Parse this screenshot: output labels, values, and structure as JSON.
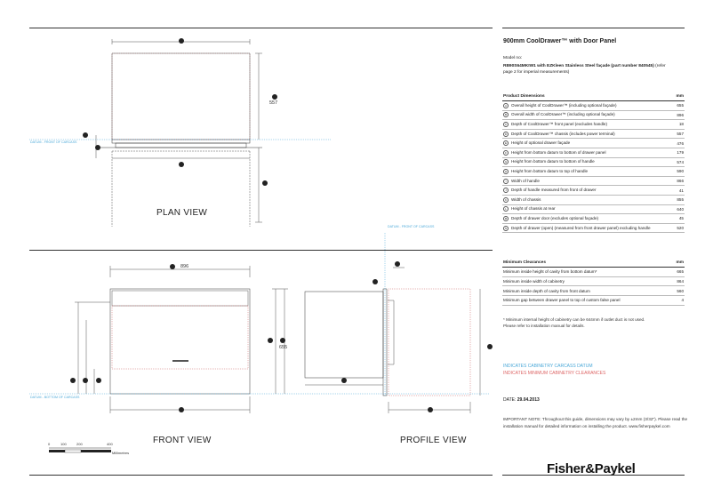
{
  "drawing": {
    "views": {
      "plan": "PLAN VIEW",
      "front": "FRONT VIEW",
      "profile": "PROFILE VIEW"
    },
    "datums": {
      "front_of_carcass_plan": "DATUM - FRONT OF CARCASS",
      "front_of_carcass_profile": "DATUM - FRONT OF CARCASS",
      "bottom_of_carcass": "DATUM - BOTTOM OF CARCASS"
    },
    "dim_values": {
      "plan_depth": "557",
      "front_width": "896",
      "front_height": "655"
    },
    "scale": {
      "ticks": [
        "0",
        "100",
        "200",
        "400"
      ],
      "unit": "Millimetres"
    }
  },
  "panel": {
    "title": "900mm CoolDrawer™ with Door Panel",
    "model_no_label": "Model no:",
    "model_desc_bold": "RB90S64MKIW1 with EZKleen Stainless Steel façade (part number 840545)",
    "model_desc_rest": " (refer page 2 for imperial measurements)",
    "product_dims": {
      "header": "Product Dimensions",
      "unit": "mm",
      "rows": [
        {
          "key": "A",
          "label": "Overall height of CoolDrawer™ (including optional façade)",
          "value": "655"
        },
        {
          "key": "B",
          "label": "Overall width of CoolDrawer™ (including optional façade)",
          "value": "896"
        },
        {
          "key": "C",
          "label": "Depth of CoolDrawer™ front panel (excludes handle)",
          "value": "18"
        },
        {
          "key": "D",
          "label": "Depth of CoolDrawer™ chassis (includes power terminal)",
          "value": "557"
        },
        {
          "key": "E",
          "label": "Height of optional drawer façade",
          "value": "476"
        },
        {
          "key": "F",
          "label": "Height from bottom datum to bottom of drawer panel",
          "value": "179"
        },
        {
          "key": "G",
          "label": "Height from bottom datum to bottom of handle",
          "value": "574"
        },
        {
          "key": "H",
          "label": "Height from bottom datum to top of handle",
          "value": "590"
        },
        {
          "key": "I",
          "label": "Width of handle",
          "value": "866"
        },
        {
          "key": "J",
          "label": "Depth of handle measured from front of drawer",
          "value": "41"
        },
        {
          "key": "K",
          "label": "Width of chassis",
          "value": "855"
        },
        {
          "key": "L",
          "label": "Height of chassis at rear",
          "value": "640"
        },
        {
          "key": "M",
          "label": "Depth of drawer door (excludes optional façade)",
          "value": "45"
        },
        {
          "key": "N",
          "label": "Depth of drawer (open) (measured from front drawer panel) excluding handle",
          "value": "520"
        }
      ]
    },
    "min_clearances": {
      "header": "Minimum Clearances",
      "unit": "mm",
      "rows": [
        {
          "label": "Minimum inside height of cavity from bottom datum*",
          "value": "665"
        },
        {
          "label": "Minimum inside width of cabinetry",
          "value": "864"
        },
        {
          "label": "Minimum inside depth of cavity from front datum",
          "value": "560"
        },
        {
          "label": "Minimum gap between drawer panel to top of custom false panel",
          "value": "4"
        }
      ]
    },
    "footnote": "* Minimum internal height of cabinetry can be 644mm if outlet duct is not used. Please refer to installation manual for details.",
    "legend_carcass": "INDICATES CABINETRY CARCASS DATUM",
    "legend_clearance": "INDICATES MINIMUM CABINETRY CLEARANCES",
    "date_label": "DATE:",
    "date_value": "29.04.2013",
    "note": "IMPORTANT NOTE: Throughout this guide, dimensions may vary by ±2mm (3/32\"). Please read the installation manual for detailed information on installing the product. www.fisherpaykel.com",
    "logo": "Fisher&Paykel"
  }
}
